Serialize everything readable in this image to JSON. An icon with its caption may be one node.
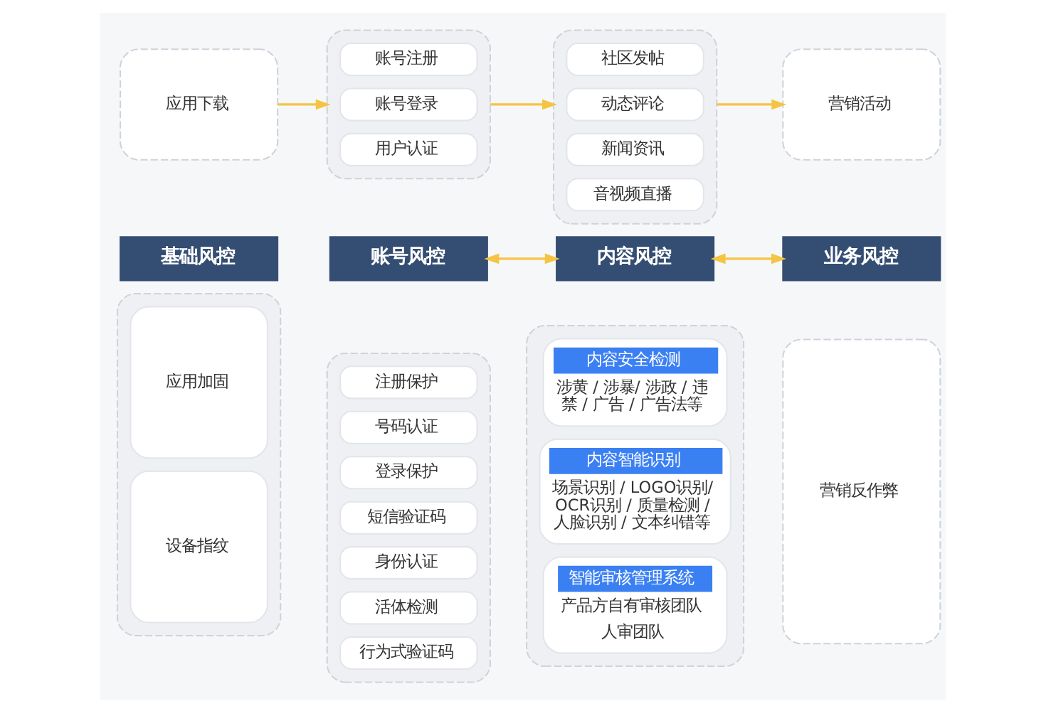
{
  "diagram": {
    "nodes": [
      {
        "text": [
          "应用下载"
        ]
      },
      {
        "text": [],
        "shape": "box"
      },
      {
        "text": [
          "账号注册"
        ],
        "in": 1
      },
      {
        "text": [
          "账号登录"
        ],
        "in": 1
      },
      {
        "text": [
          "用户认证"
        ],
        "in": 1
      },
      {
        "text": [],
        "shape": "box"
      },
      {
        "text": [
          "社区发帖"
        ],
        "in": 5
      },
      {
        "text": [
          "动态评论"
        ],
        "in": 5
      },
      {
        "text": [
          "新闻资讯"
        ],
        "in": 5
      },
      {
        "text": [
          "音视频直播"
        ],
        "in": 5
      },
      {
        "text": [
          "营销活动"
        ]
      },
      {
        "text": [
          "基础风控"
        ]
      },
      {
        "text": [
          "账号风控"
        ]
      },
      {
        "text": [
          "内容风控"
        ]
      },
      {
        "text": [
          "业务风控"
        ]
      },
      {
        "text": [],
        "shape": "box"
      },
      {
        "text": [
          "应用加固"
        ],
        "in": 15
      },
      {
        "text": [
          "设备指纹"
        ],
        "in": 15
      },
      {
        "text": [],
        "shape": "box"
      },
      {
        "text": [
          "注册保护"
        ],
        "in": 18
      },
      {
        "text": [
          "号码认证"
        ],
        "in": 18
      },
      {
        "text": [
          "登录保护"
        ],
        "in": 18
      },
      {
        "text": [
          "短信验证码"
        ],
        "in": 18
      },
      {
        "text": [
          "身份认证"
        ],
        "in": 18
      },
      {
        "text": [
          "活体检测"
        ],
        "in": 18
      },
      {
        "text": [
          "行为式验证码"
        ],
        "in": 18
      },
      {
        "text": [],
        "shape": "box"
      },
      {
        "text": [
          "内容安全检测",
          "涉黄 / 涉暴/ 涉政 / 违禁 / 广告 / 广告法等"
        ],
        "in": 26
      },
      {
        "text": [
          "内容智能识别",
          "场景识别 / LOGO识别/ OCR识别 / 质量检测 / 人脸识别 / 文本纠错等"
        ],
        "in": 26
      },
      {
        "text": [
          "智能审核管理系统",
          "产品方自有审核团队",
          "人审团队"
        ],
        "in": 26
      },
      {
        "text": [
          "营销反作弊"
        ]
      }
    ],
    "edges": [
      {
        "from": 0,
        "to": 1,
        "arrow": "to"
      },
      {
        "from": 1,
        "to": 5,
        "arrow": "to"
      },
      {
        "from": 5,
        "to": 10,
        "arrow": "to"
      },
      {
        "from": 12,
        "to": 13,
        "arrow": "both"
      },
      {
        "from": 13,
        "to": 14,
        "arrow": "both"
      }
    ]
  }
}
